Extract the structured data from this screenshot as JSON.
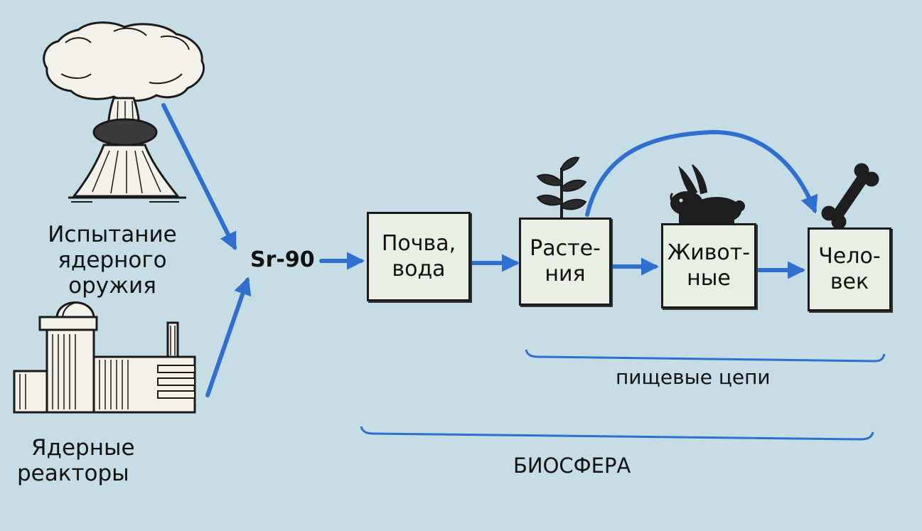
{
  "sources": {
    "weapons": {
      "line1": "Испытание",
      "line2": "ядерного",
      "line3": "оружия",
      "icon": "mushroom-cloud-icon"
    },
    "reactors": {
      "line1": "Ядерные",
      "line2": "реакторы",
      "icon": "nuclear-plant-icon"
    }
  },
  "isotope": "Sr-90",
  "nodes": {
    "soil": {
      "line1": "Почва,",
      "line2": "вода"
    },
    "plants": {
      "line1": "Расте-",
      "line2": "ния",
      "icon": "sprout-icon"
    },
    "animals": {
      "line1": "Живот-",
      "line2": "ные",
      "icon": "rabbit-icon"
    },
    "human": {
      "line1": "Чело-",
      "line2": "век",
      "icon": "bone-icon"
    }
  },
  "groups": {
    "food_chains": "пищевые цепи",
    "biosphere": "БИОСФЕРА"
  },
  "colors": {
    "arrow": "#2f6fd0",
    "background": "#c6dde6",
    "box": "#e9efe4"
  }
}
